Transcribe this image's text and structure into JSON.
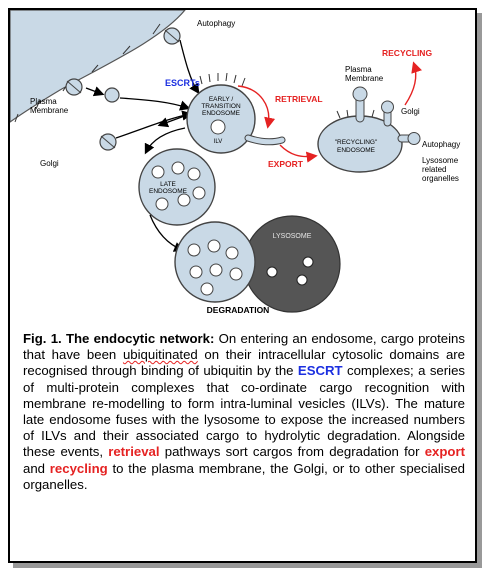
{
  "labels": {
    "autophagy_top": "Autophagy",
    "escrts": "ESCRTs",
    "plasma_membrane_left": "Plasma\nMembrane",
    "golgi_left": "Golgi",
    "early_endosome": "EARLY /\nTRANSITION\nENDOSOME",
    "ilv": "ILV",
    "retrieval": "RETRIEVAL",
    "export": "EXPORT",
    "recycling": "RECYCLING",
    "plasma_membrane_right": "Plasma\nMembrane",
    "golgi_right": "Golgi",
    "recycling_endosome": "\"RECYCLING\"\nENDOSOME",
    "autophagy_right": "Autophagy",
    "lysosome_related": "Lysosome\nrelated\norganelles",
    "late_endosome": "LATE\nENDOSOME",
    "lysosome": "LYSOSOME",
    "degradation": "DEGRADATION"
  },
  "caption": {
    "title": "Fig. 1. The endocytic network:",
    "t1": " On entering an endosome, cargo proteins that have been ",
    "ubiquitinated": "ubiquitinated",
    "t2": " on their intracellular cytosolic domains are recognised through binding of ubiquitin by the ",
    "escrt": "ESCRT",
    "t3": " complexes; a series of multi-protein complexes that co-ordinate cargo recognition with membrane re-modelling to form intra-luminal vesicles (ILVs). The mature late endosome fuses with the lysosome to expose the increased numbers of ILVs and their associated cargo to hydrolytic degradation. Alongside these events, ",
    "retrieval": "retrieval",
    "t4": " pathways sort cargos from degradation for ",
    "export": "export",
    "t5": " and ",
    "recycling": "recycling",
    "t6": " to the plasma membrane, the Golgi, or to other specialised organelles."
  },
  "colors": {
    "organelle_fill": "#c9d9e6",
    "lysosome_fill": "#555555",
    "accent_red": "#e52222",
    "accent_blue": "#1b2fe0"
  }
}
